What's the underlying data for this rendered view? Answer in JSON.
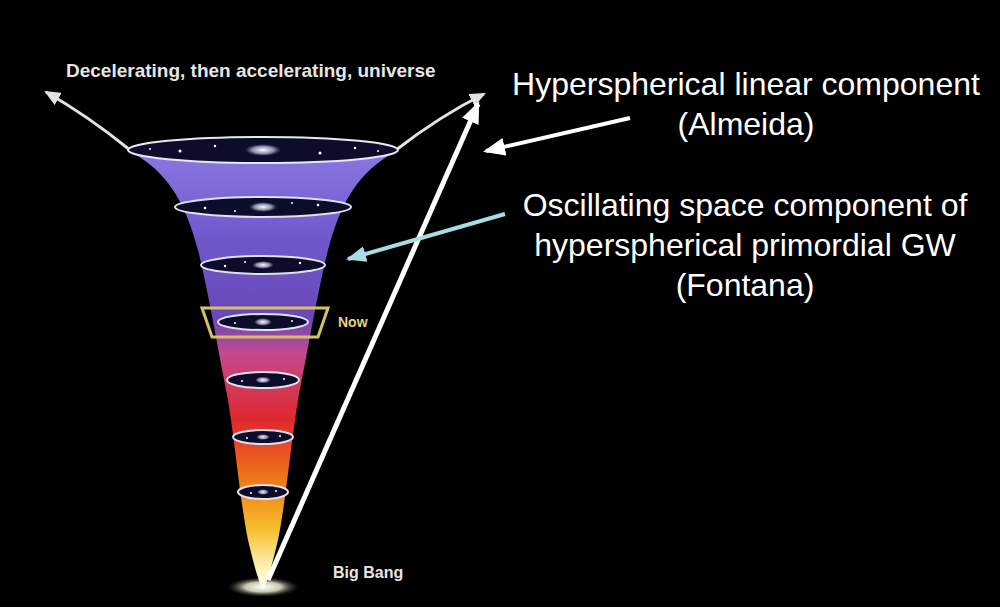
{
  "diagram": {
    "labels": [
      "Decelerating, then accelerating, universe",
      "Hyperspherical linear component (Almeida)",
      "Oscillating space component of hyperspherical primordial GW (Fontana)",
      "Now",
      "Big Bang"
    ]
  }
}
